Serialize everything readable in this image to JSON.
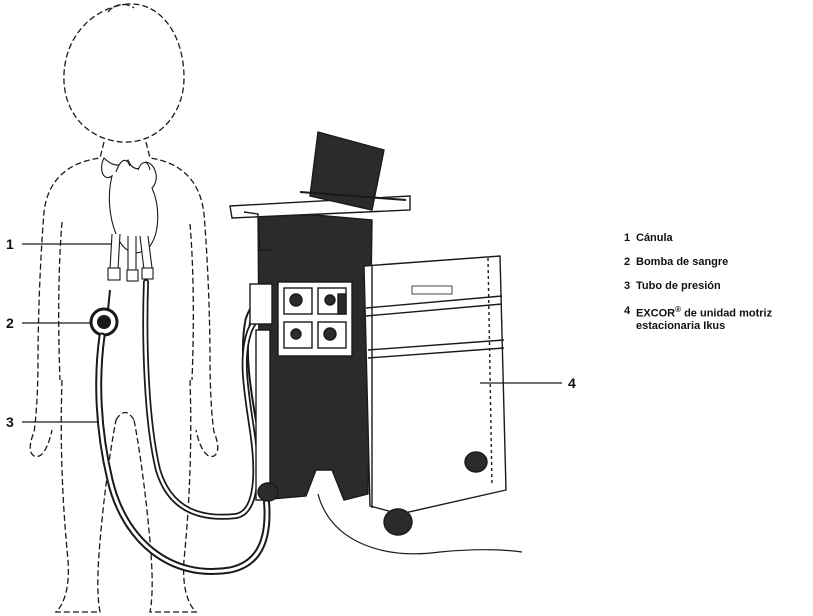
{
  "callouts": [
    {
      "number": "1"
    },
    {
      "number": "2"
    },
    {
      "number": "3"
    },
    {
      "number": "4"
    }
  ],
  "legend": [
    {
      "number": "1",
      "text": "Cánula"
    },
    {
      "number": "2",
      "text": "Bomba de sangre"
    },
    {
      "number": "3",
      "text": "Tubo de presión"
    },
    {
      "number": "4",
      "text_before": "EXCOR",
      "superscript": "®",
      "text_after": " de unidad motriz estacionaria Ikus"
    }
  ],
  "colors": {
    "line": "#1a1a1a",
    "fill": "#ffffff",
    "shade": "#2b2b2b"
  }
}
